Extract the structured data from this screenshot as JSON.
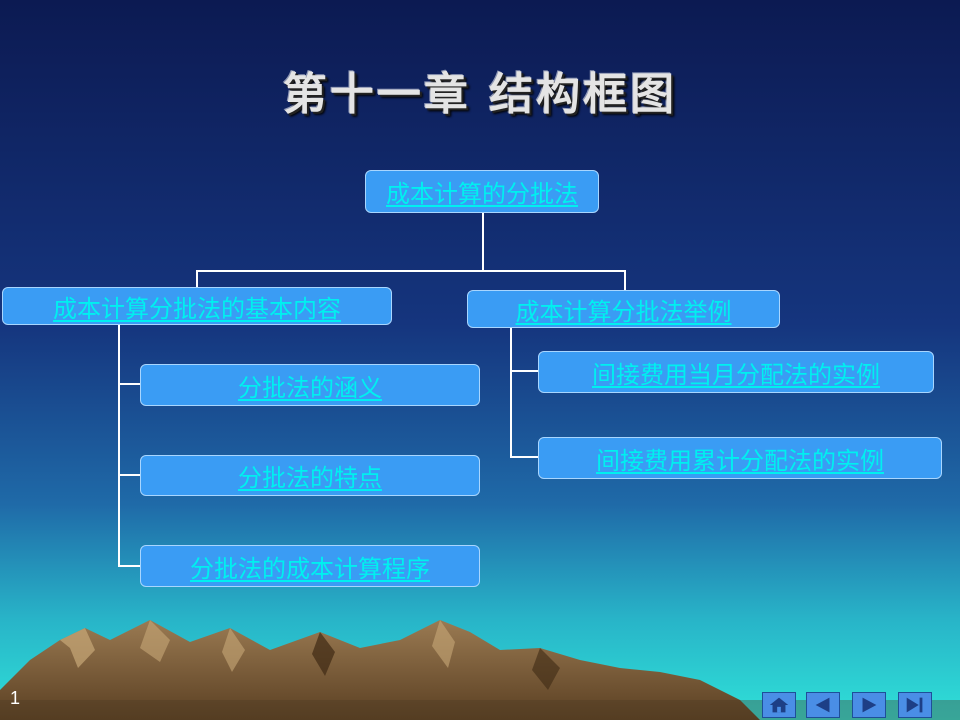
{
  "slide": {
    "title": "第十一章 结构框图",
    "number": "1"
  },
  "diagram": {
    "root": "成本计算的分批法",
    "left_branch": {
      "label": "成本计算分批法的基本内容",
      "children": [
        "分批法的涵义",
        "分批法的特点",
        "分批法的成本计算程序"
      ]
    },
    "right_branch": {
      "label": "成本计算分批法举例",
      "children": [
        "间接费用当月分配法的实例",
        "间接费用累计分配法的实例"
      ]
    }
  },
  "navigation": {
    "buttons": [
      "home-icon",
      "previous-icon",
      "next-icon",
      "last-icon"
    ]
  },
  "colors": {
    "box_fill": "#3a9cf4",
    "link_text": "#00f0f0",
    "sky_top": "#0c1a52",
    "sky_bottom": "#2bd0d6"
  }
}
